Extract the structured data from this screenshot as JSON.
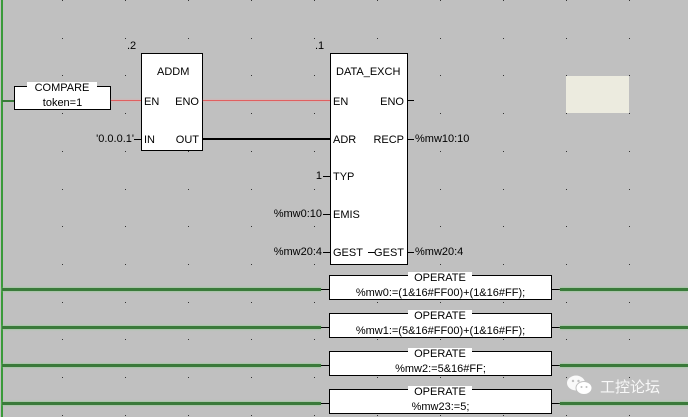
{
  "diagram": {
    "compare_block": {
      "title": "COMPARE",
      "expression": "token=1"
    },
    "addm_block": {
      "order": ".2",
      "name": "ADDM",
      "inputs": {
        "en": "EN",
        "in": "IN"
      },
      "outputs": {
        "eno": "ENO",
        "out": "OUT"
      },
      "in_value": "'0.0.0.1'"
    },
    "data_exch_block": {
      "order": ".1",
      "name": "DATA_EXCH",
      "inputs": {
        "en": "EN",
        "adr": "ADR",
        "typ": "TYP",
        "emis": "EMIS",
        "gest": "GEST"
      },
      "outputs": {
        "eno": "ENO",
        "recp": "RECP",
        "gest": "GEST"
      },
      "typ_value": "1",
      "emis_value": "%mw0:10",
      "gest_in_value": "%mw20:4",
      "recp_value": "%mw10:10",
      "gest_out_value": "%mw20:4"
    },
    "operate_blocks": [
      {
        "title": "OPERATE",
        "expression": "%mw0:=(1&16#FF00)+(1&16#FF);"
      },
      {
        "title": "OPERATE",
        "expression": "%mw1:=(5&16#FF00)+(1&16#FF);"
      },
      {
        "title": "OPERATE",
        "expression": "%mw2:=5&16#FF;"
      },
      {
        "title": "OPERATE",
        "expression": "%mw23:=5;"
      }
    ]
  },
  "watermark": {
    "text": "工控论坛",
    "icon": "wechat-icon"
  },
  "colors": {
    "background": "#c0c0c0",
    "power_rail": "#3a7a3a",
    "active_wire": "#e06060",
    "comment_box": "#ecebdf"
  }
}
